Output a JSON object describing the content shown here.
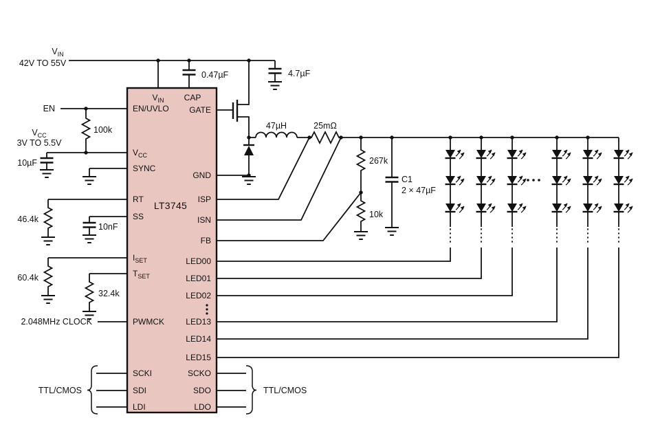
{
  "colors": {
    "ic_fill": "#e9c6c0",
    "wire": "#111111",
    "background": "#ffffff"
  },
  "supply": {
    "vin_base": "V",
    "vin_sub": "IN",
    "vin_range": "42V TO 55V",
    "vcc_base": "V",
    "vcc_sub": "CC",
    "vcc_range": "3V TO 5.5V"
  },
  "inputs": {
    "en": "EN",
    "clock": "2.048MHz CLOCK",
    "ttl_cmos_left": "TTL/CMOS",
    "ttl_cmos_right": "TTL/CMOS"
  },
  "ic": {
    "name": "LT3745",
    "pins": {
      "vin_base": "V",
      "vin_sub": "IN",
      "cap": "CAP",
      "en_uvlo": "EN/UVLO",
      "gate": "GATE",
      "vcc_base": "V",
      "vcc_sub": "CC",
      "sync": "SYNC",
      "gnd": "GND",
      "rt": "RT",
      "isp": "ISP",
      "ss": "SS",
      "isn": "ISN",
      "fb": "FB",
      "iset_base": "I",
      "iset_sub": "SET",
      "tset_base": "T",
      "tset_sub": "SET",
      "led00": "LED00",
      "led01": "LED01",
      "led02": "LED02",
      "led13": "LED13",
      "led14": "LED14",
      "led15": "LED15",
      "pwmck": "PWMCK",
      "scki": "SCKI",
      "sdi": "SDI",
      "ldi": "LDI",
      "scko": "SCKO",
      "sdo": "SDO",
      "ldo": "LDO"
    }
  },
  "components": {
    "c_cap": "0.47µF",
    "c_in": "4.7µF",
    "c_vcc": "10µF",
    "r_uvlo": "100k",
    "r_rt": "46.4k",
    "c_ss": "10nF",
    "r_iset": "60.4k",
    "r_tset": "32.4k",
    "l1": "47µH",
    "r_sense": "25mΩ",
    "r_fb_top": "267k",
    "r_fb_bottom": "10k",
    "c1_name": "C1",
    "c1_value": "2 × 47µF"
  }
}
